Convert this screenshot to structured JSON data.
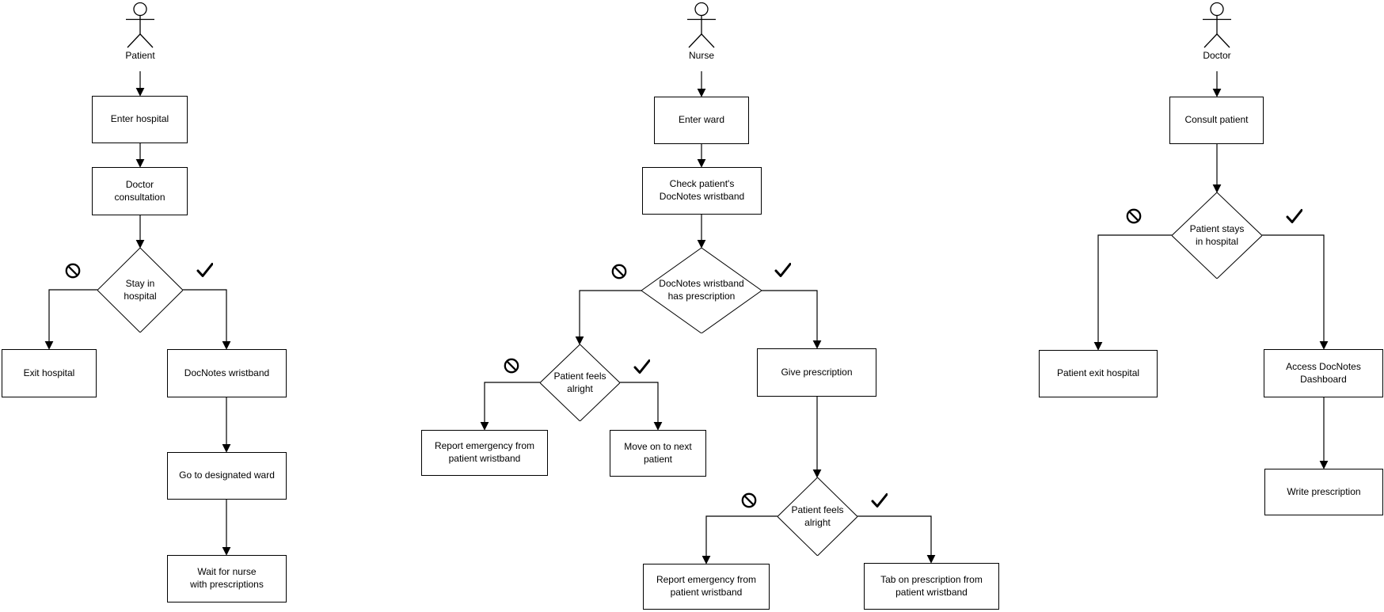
{
  "diagram": {
    "type": "flowchart",
    "colors": {
      "stroke": "#000000",
      "shape_fill": "#ffffff",
      "background": "#ffffff"
    },
    "icons": {
      "negative_branch": "no-entry-icon",
      "positive_branch": "checkmark-icon",
      "actor": "stick-figure-icon"
    },
    "lanes": {
      "patient": {
        "actor_label": "Patient",
        "nodes": {
          "enter_hospital": "Enter hospital",
          "doctor_consultation": "Doctor\nconsultation",
          "stay_in_hospital": "Stay in\nhospital",
          "exit_hospital": "Exit hospital",
          "docnotes_wristband": "DocNotes wristband",
          "go_to_designated_ward": "Go to designated ward",
          "wait_for_nurse": "Wait for nurse\nwith prescriptions"
        }
      },
      "nurse": {
        "actor_label": "Nurse",
        "nodes": {
          "enter_ward": "Enter ward",
          "check_wristband": "Check patient's\nDocNotes wristband",
          "wristband_has_prescription": "DocNotes wristband\nhas prescription",
          "patient_feels_alright_left": "Patient feels\nalright",
          "report_emergency_left": "Report emergency from\npatient wristband",
          "move_on_next_patient": "Move on to next\npatient",
          "give_prescription": "Give prescription",
          "patient_feels_alright_right": "Patient feels\nalright",
          "report_emergency_right": "Report emergency from\npatient wristband",
          "tab_on_prescription": "Tab on prescription from\npatient wristband"
        }
      },
      "doctor": {
        "actor_label": "Doctor",
        "nodes": {
          "consult_patient": "Consult patient",
          "patient_stays_in_hospital": "Patient stays\nin hospital",
          "patient_exit_hospital": "Patient exit hospital",
          "access_docnotes_dashboard": "Access DocNotes\nDashboard",
          "write_prescription": "Write prescription"
        }
      }
    }
  }
}
